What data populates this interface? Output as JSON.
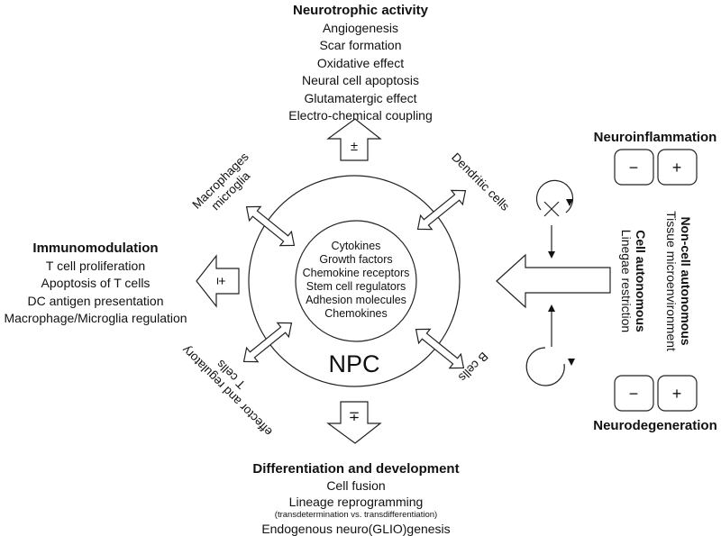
{
  "center": {
    "label": "NPC",
    "inner_items": [
      "Cytokines",
      "Growth factors",
      "Chemokine receptors",
      "Stem cell regulators",
      "Adhesion molecules",
      "Chemokines"
    ]
  },
  "cell_types": {
    "macrophages": [
      "Macrophages",
      "microglia"
    ],
    "dendritic": "Dendritic cells",
    "t_cells": [
      "effector and regulatory",
      "T cells"
    ],
    "b_cells": "B cells"
  },
  "outputs": {
    "neurotrophic": {
      "title": "Neurotrophic activity",
      "sign": "±",
      "items": [
        "Angiogenesis",
        "Scar formation",
        "Oxidative effect",
        "Neural cell apoptosis",
        "Glutamatergic effect",
        "Electro-chemical coupling"
      ]
    },
    "immunomodulation": {
      "title": "Immunomodulation",
      "sign": "±",
      "items": [
        "T cell proliferation",
        "Apoptosis of T cells",
        "DC antigen presentation",
        "Macrophage/Microglia regulation"
      ]
    },
    "differentiation": {
      "title": "Differentiation and development",
      "sign": "∓",
      "items": [
        "Cell fusion",
        "Lineage reprogramming",
        "(transdetermination vs. transdifferentiation)",
        "Endogenous neuro(GLIO)genesis"
      ]
    }
  },
  "inputs": {
    "neuroinflammation": {
      "title": "Neuroinflammation",
      "minus": "−",
      "plus": "+"
    },
    "neurodegeneration": {
      "title": "Neurodegeneration",
      "minus": "−",
      "plus": "+"
    },
    "non_cell_autonomous": {
      "title": "Non-cell autonomous",
      "subtitle": "Tissue microenvironment"
    },
    "cell_autonomous": {
      "title": "Cell autonomous",
      "subtitle": "Linegae restriction"
    }
  }
}
